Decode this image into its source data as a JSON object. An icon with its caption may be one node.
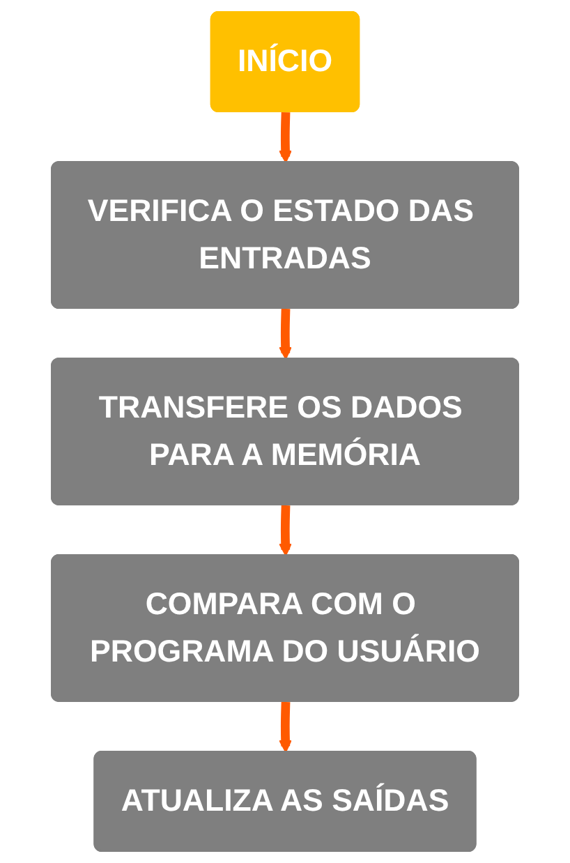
{
  "diagram": {
    "nodes": [
      {
        "text": [
          "INÍCIO"
        ]
      },
      {
        "text": [
          "VERIFICA O ESTADO DAS ENTRADAS"
        ]
      },
      {
        "text": [
          "TRANSFERE OS DADOS PARA A MEMÓRIA"
        ]
      },
      {
        "text": [
          "COMPARA COM O PROGRAMA DO USUÁRIO"
        ]
      },
      {
        "text": [
          "ATUALIZA AS SAÍDAS"
        ]
      }
    ],
    "edges": [
      {
        "from": 0,
        "to": 1,
        "arrow": "to"
      },
      {
        "from": 1,
        "to": 2,
        "arrow": "to"
      },
      {
        "from": 2,
        "to": 3,
        "arrow": "to"
      },
      {
        "from": 3,
        "to": 4,
        "arrow": "to"
      }
    ]
  }
}
